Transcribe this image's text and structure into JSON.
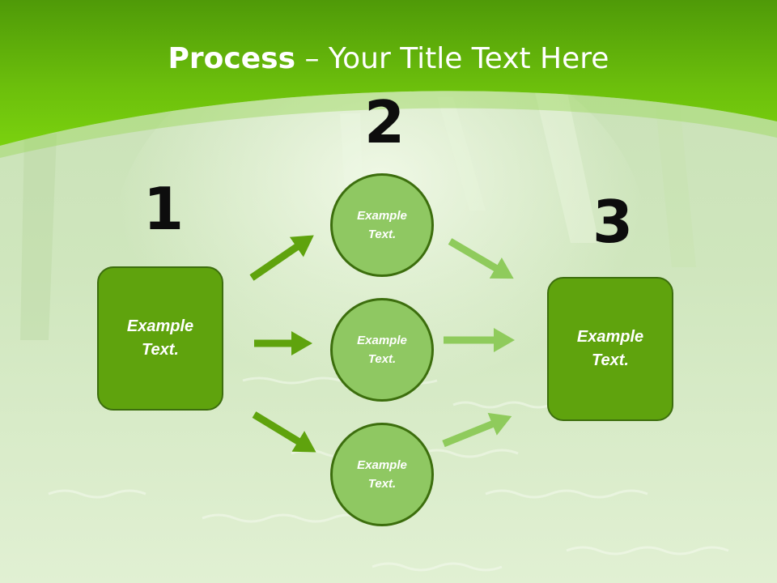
{
  "title": {
    "bold": "Process",
    "rest": " – Your Title Text Here"
  },
  "steps": [
    {
      "number": "1",
      "text": "Example Text."
    },
    {
      "number": "2"
    },
    {
      "number": "3",
      "text": "Example Text."
    }
  ],
  "circles": [
    {
      "text": "Example Text."
    },
    {
      "text": "Example Text."
    },
    {
      "text": "Example Text."
    }
  ],
  "colors": {
    "header_green": "#6fc40c",
    "box_fill": "#5fa30d",
    "circle_fill": "#8fc862",
    "outline": "#3c6e0d",
    "arrow_dark": "#5fa30d",
    "arrow_light": "#8fcb5c"
  }
}
